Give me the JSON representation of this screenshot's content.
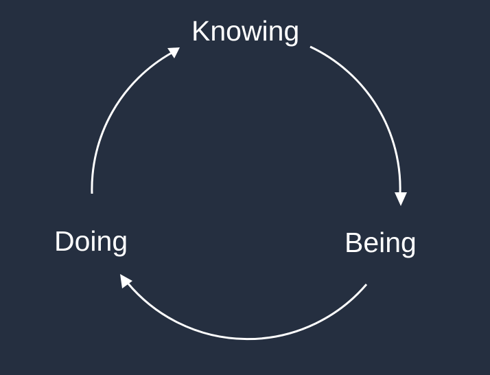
{
  "diagram": {
    "nodes": [
      {
        "id": "knowing",
        "label": "Knowing"
      },
      {
        "id": "being",
        "label": "Being"
      },
      {
        "id": "doing",
        "label": "Doing"
      }
    ],
    "edges": [
      {
        "from": "knowing",
        "to": "being"
      },
      {
        "from": "being",
        "to": "doing"
      },
      {
        "from": "doing",
        "to": "knowing"
      }
    ],
    "colors": {
      "background": "#252f40",
      "foreground": "#ffffff"
    }
  }
}
